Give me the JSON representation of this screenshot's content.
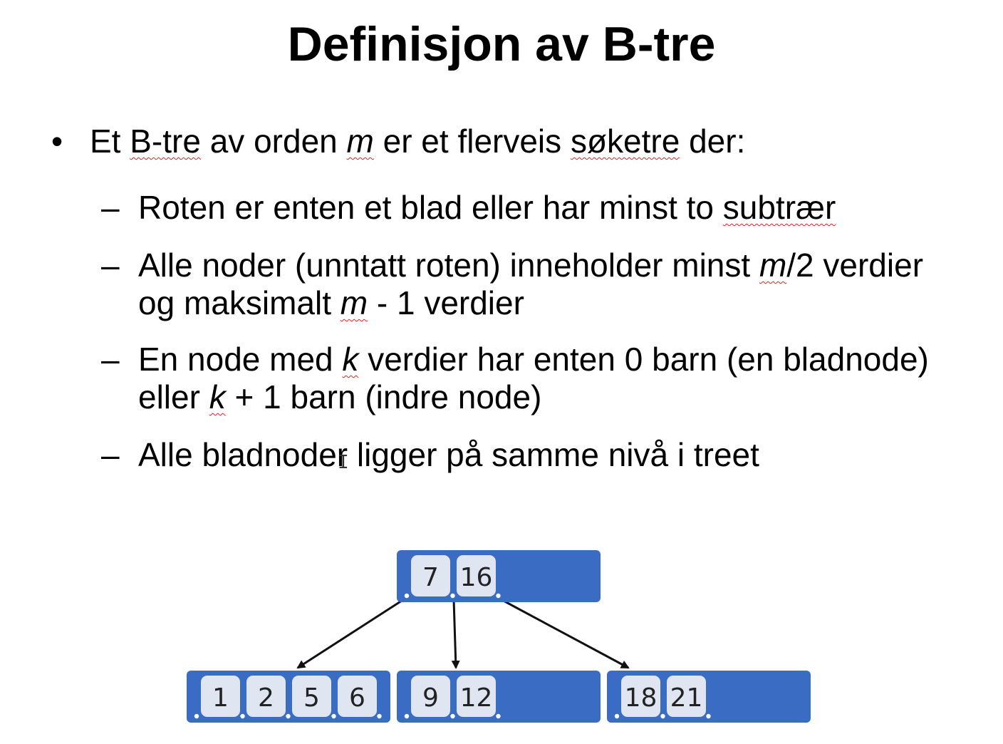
{
  "slide": {
    "title": "Definisjon av B-tre",
    "bullet": {
      "glyph": "•",
      "p1": "Et ",
      "w_btre": "B-tre",
      "p2": " av orden ",
      "m": "m",
      "p3": " er et flerveis ",
      "w_soketre": "søketre",
      "p4": " der:"
    },
    "subs": [
      {
        "dash": "–",
        "a": "Roten er enten et blad eller har minst to ",
        "b": "subtrær"
      },
      {
        "dash": "–",
        "a": "Alle noder (unntatt roten) inneholder minst ",
        "m": "m",
        "b": "/2 verdier",
        "c": "og maksimalt ",
        "m2": "m",
        "d": " - 1 verdier"
      },
      {
        "dash": "–",
        "a": "En node med ",
        "k": "k",
        "b": " verdier har enten 0 barn (en bladnode)",
        "c": "eller ",
        "k2": "k",
        "d": " + 1 barn (indre node)"
      },
      {
        "dash": "–",
        "a": "Alle bladnoder ligger på samme nivå i treet"
      }
    ]
  },
  "tree": {
    "node_color": "#3a6cc4",
    "key_fill": "#dfe6f2",
    "root": {
      "keys": [
        "7",
        "16"
      ]
    },
    "leaves": [
      {
        "keys": [
          "1",
          "2",
          "5",
          "6"
        ]
      },
      {
        "keys": [
          "9",
          "12"
        ]
      },
      {
        "keys": [
          "18",
          "21"
        ]
      }
    ]
  }
}
